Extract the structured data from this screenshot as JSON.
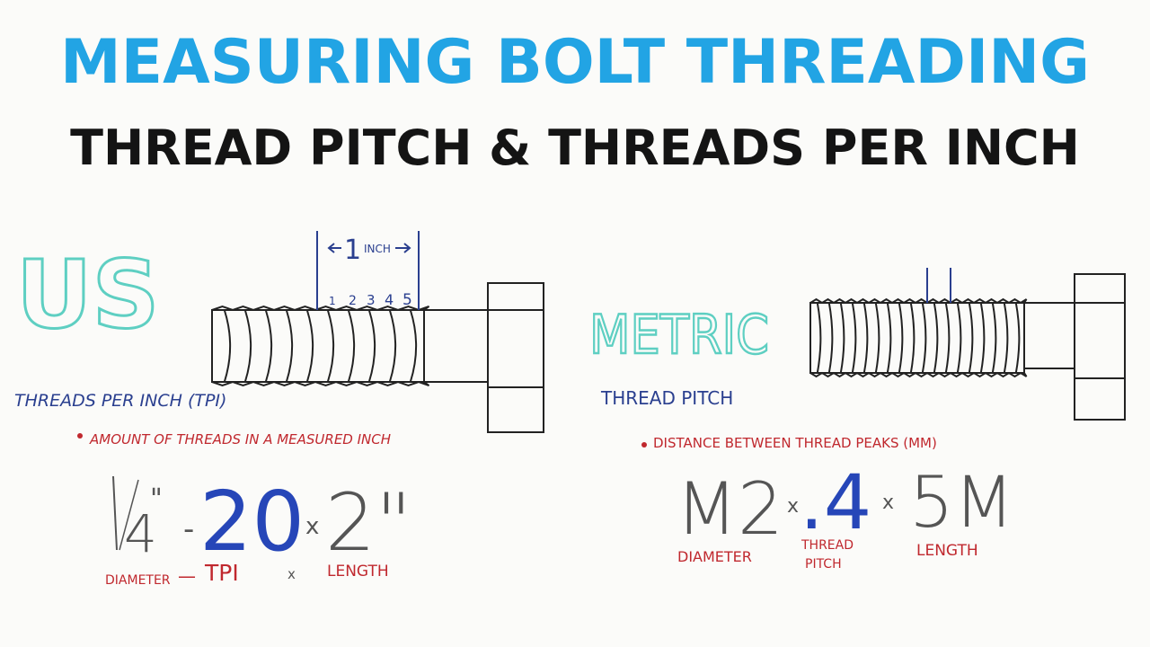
{
  "header": {
    "title": "MEASURING BOLT THREADING",
    "subtitle": "THREAD PITCH & THREADS PER INCH"
  },
  "us": {
    "heading": "US",
    "inch_label": "INCH",
    "inch_number": "1",
    "thread_count_labels": [
      "1",
      "2",
      "3",
      "4",
      "5"
    ],
    "section_label": "THREADS PER INCH (TPI)",
    "bullet": "AMOUNT OF THREADS IN A MEASURED INCH",
    "spec": {
      "diameter": "1/4\"",
      "tpi": "20",
      "length": "2\"",
      "times": "x",
      "dash": "-"
    },
    "legend": {
      "diameter": "DIAMETER",
      "dash": "—",
      "tpi": "TPI",
      "times": "x",
      "length": "LENGTH"
    }
  },
  "metric": {
    "heading": "METRIC",
    "section_label": "THREAD PITCH",
    "bullet": "DISTANCE BETWEEN THREAD PEAKS (MM)",
    "spec": {
      "diameter": "M2",
      "pitch": ".4",
      "length": "5M",
      "times": "x"
    },
    "legend": {
      "diameter": "DIAMETER",
      "pitch_line1": "THREAD",
      "pitch_line2": "PITCH",
      "length": "LENGTH"
    }
  },
  "colors": {
    "title_blue": "#22a4e4",
    "title_black": "#141414",
    "heading_teal": "#5ecfc2",
    "label_navy": "#2a3f8f",
    "bullet_red": "#c0282e",
    "spec_gray": "#555555",
    "spec_blue": "#2646b8"
  }
}
